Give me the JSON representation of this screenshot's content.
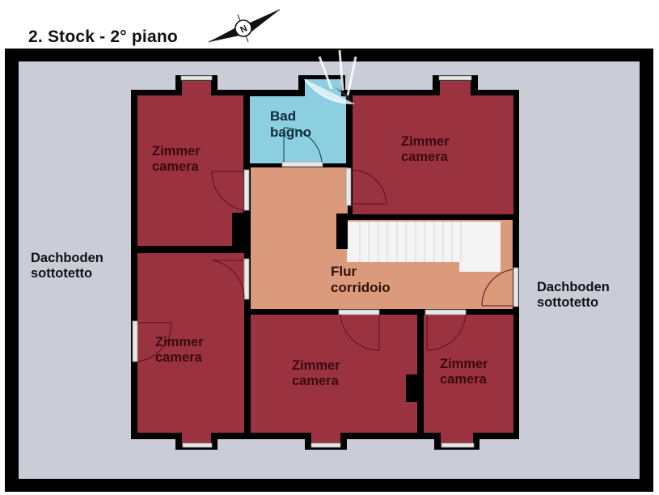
{
  "title": "2. Stock - 2° piano",
  "compass": {
    "icon": "compass-north-icon",
    "letter": "N"
  },
  "colors": {
    "attic": "#cacdd8",
    "room": "#9b3240",
    "bath": "#8ccfe0",
    "hall": "#dc9a7c",
    "wall": "#000000",
    "stairs": "#f4f4f4"
  },
  "rooms": [
    {
      "id": "room-top-left",
      "line1": "Zimmer",
      "line2": "camera"
    },
    {
      "id": "bathroom",
      "line1": "Bad",
      "line2": "bagno"
    },
    {
      "id": "room-top-right",
      "line1": "Zimmer",
      "line2": "camera"
    },
    {
      "id": "hallway",
      "line1": "Flur",
      "line2": "corridoio"
    },
    {
      "id": "room-bottom-left",
      "line1": "Zimmer",
      "line2": "camera"
    },
    {
      "id": "room-bottom-middle",
      "line1": "Zimmer",
      "line2": "camera"
    },
    {
      "id": "room-bottom-right",
      "line1": "Zimmer",
      "line2": "camera"
    }
  ],
  "attic": [
    {
      "id": "attic-left",
      "line1": "Dachboden",
      "line2": "sottotetto"
    },
    {
      "id": "attic-right",
      "line1": "Dachboden",
      "line2": "sottotetto"
    }
  ]
}
